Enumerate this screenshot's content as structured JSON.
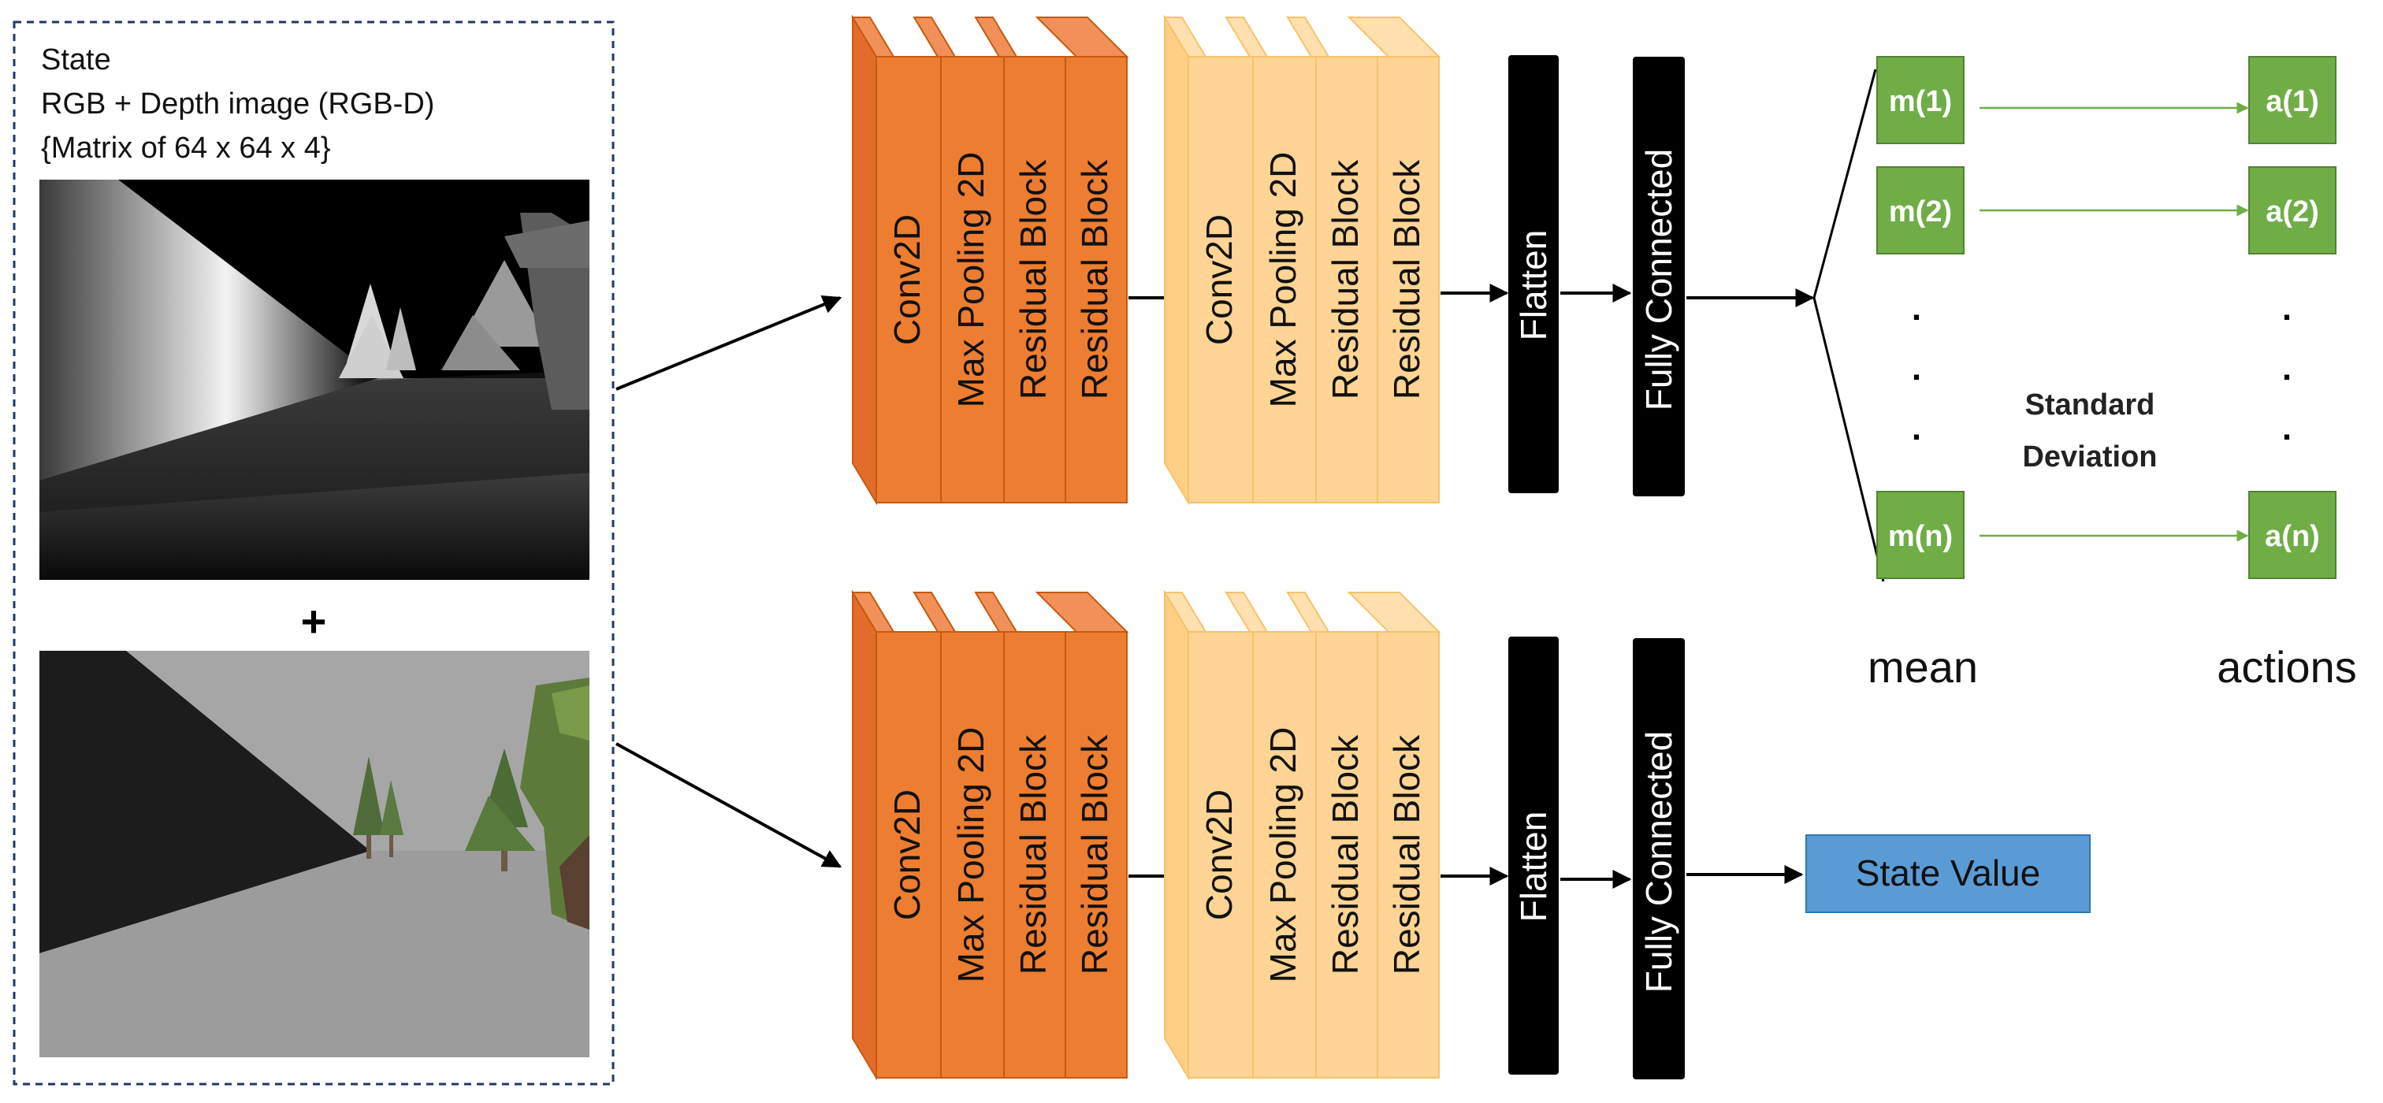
{
  "state": {
    "title": "State",
    "subtitle": "RGB + Depth image (RGB-D)",
    "shape": "{Matrix of 64 x 64 x 4}",
    "plus": "+"
  },
  "layers": {
    "conv": "Conv2D",
    "pool": "Max Pooling 2D",
    "res": "Residual Block",
    "flatten": "Flatten",
    "fc": "Fully Connected"
  },
  "actor": {
    "means": [
      "m(1)",
      "m(2)",
      "m(n)"
    ],
    "actions": [
      "a(1)",
      "a(2)",
      "a(n)"
    ],
    "dot": ".",
    "std_line1": "Standard",
    "std_line2": "Deviation",
    "mean_label": "mean",
    "actions_label": "actions"
  },
  "critic": {
    "output": "State Value"
  },
  "colors": {
    "orange_face": "#ED7D31",
    "orange_side": "#F19059",
    "orange_edge": "#C55A11",
    "yellow_face": "#FFD494",
    "yellow_side": "#FFE0AE",
    "yellow_edge": "#F6C26B",
    "black_bar": "#000000",
    "green": "#70AD47",
    "green_edge": "#548235",
    "blue": "#5B9BD5",
    "blue_edge": "#2E75B6",
    "border": "#1F3864"
  }
}
